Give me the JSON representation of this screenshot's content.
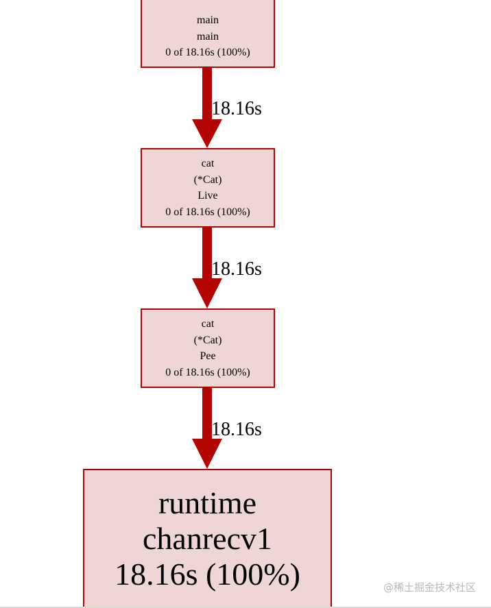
{
  "colors": {
    "node_fill": "#edd6d5",
    "node_border": "#b20400",
    "edge": "#b20400",
    "text": "#000000"
  },
  "nodes": [
    {
      "id": "main",
      "lines": [
        "main",
        "main",
        "0 of 18.16s (100%)"
      ]
    },
    {
      "id": "live",
      "lines": [
        "cat",
        "(*Cat)",
        "Live",
        "0 of 18.16s (100%)"
      ]
    },
    {
      "id": "pee",
      "lines": [
        "cat",
        "(*Cat)",
        "Pee",
        "0 of 18.16s (100%)"
      ]
    },
    {
      "id": "chanrecv1",
      "lines": [
        "runtime",
        "chanrecv1",
        "18.16s (100%)"
      ]
    }
  ],
  "edges": [
    {
      "from": "main",
      "to": "live",
      "label": "18.16s"
    },
    {
      "from": "live",
      "to": "pee",
      "label": "18.16s"
    },
    {
      "from": "pee",
      "to": "chanrecv1",
      "label": "18.16s"
    }
  ],
  "watermark": "@稀土掘金技术社区"
}
